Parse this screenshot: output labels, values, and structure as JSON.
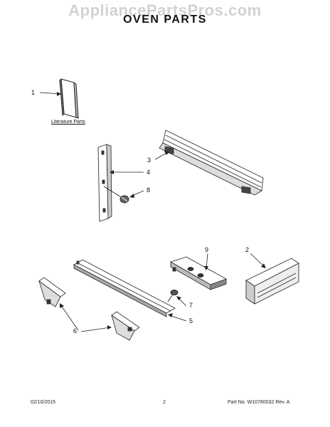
{
  "watermark": "AppliancePartsPros.com",
  "title": "OVEN PARTS",
  "literature_label": "Literature Parts",
  "callouts": {
    "c1": "1",
    "c2": "2",
    "c3": "3",
    "c4": "4",
    "c5": "5",
    "c6": "6",
    "c7": "7",
    "c8": "8",
    "c9": "9"
  },
  "footer": {
    "date": "02/10/2015",
    "page": "2",
    "part_number": "Part No. W10780032  Rev. A"
  }
}
